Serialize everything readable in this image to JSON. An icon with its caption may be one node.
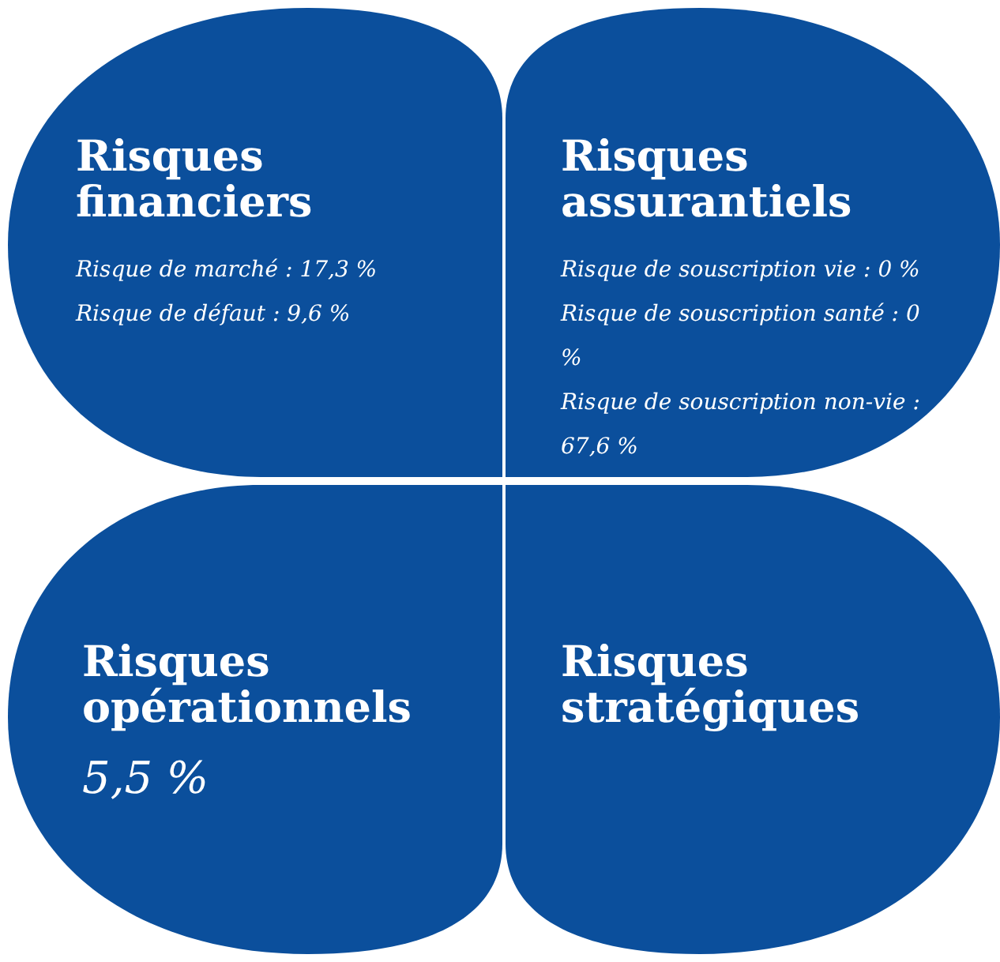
{
  "diagram": {
    "nodes": [
      {
        "text": [
          "Risques financiers",
          "Risque de marché :  17,3 %",
          "Risque de défaut : 9,6 %"
        ]
      },
      {
        "text": [
          "Risques assurantiels",
          "Risque de souscription vie : 0 %",
          "Risque de souscription santé : 0 %",
          "Risque de souscription non-vie : 67,6 %"
        ]
      },
      {
        "text": [
          "Risques opérationnels",
          "5,5 %"
        ]
      },
      {
        "text": [
          "Risques stratégiques"
        ]
      }
    ]
  }
}
